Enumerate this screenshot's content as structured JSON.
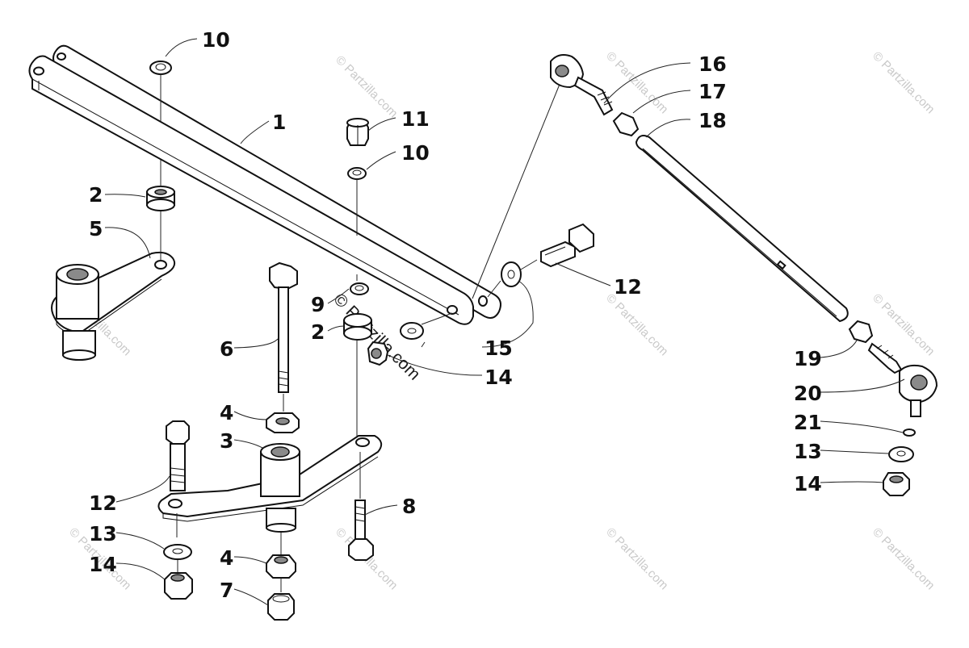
{
  "diagram": {
    "watermark_text": "© Partzilla.com",
    "center_watermark_text": "© Partzilla.com",
    "callouts": {
      "c1": "1",
      "c2a": "2",
      "c2b": "2",
      "c3": "3",
      "c4a": "4",
      "c4b": "4",
      "c5": "5",
      "c6": "6",
      "c7": "7",
      "c8": "8",
      "c9": "9",
      "c10a": "10",
      "c10b": "10",
      "c11": "11",
      "c12a": "12",
      "c12b": "12",
      "c13a": "13",
      "c13b": "13",
      "c14a": "14",
      "c14b": "14",
      "c14c": "14",
      "c15": "15",
      "c16": "16",
      "c17": "17",
      "c18": "18",
      "c19": "19",
      "c20": "20",
      "c21": "21"
    }
  }
}
